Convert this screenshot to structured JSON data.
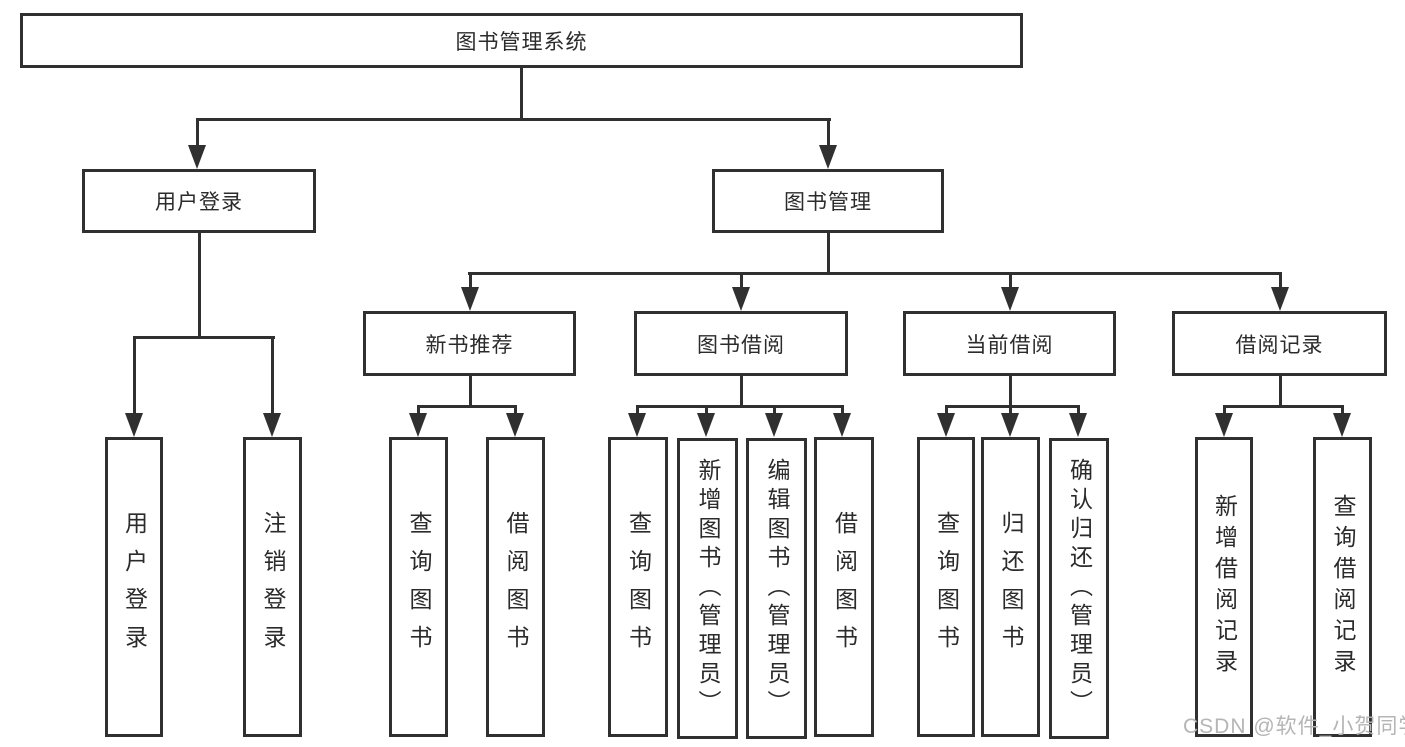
{
  "colors": {
    "line": "#303030",
    "text": "#2b2b2b",
    "background": "#ffffff",
    "watermark": "#b5b5b5"
  },
  "watermark": "CSDN @软件_小贺同学",
  "tree": {
    "root": "图书管理系统",
    "branches": [
      {
        "label": "用户登录",
        "children": [
          "用户登录",
          "注销登录"
        ]
      },
      {
        "label": "图书管理",
        "sections": [
          {
            "label": "新书推荐",
            "children": [
              "查询图书",
              "借阅图书"
            ]
          },
          {
            "label": "图书借阅",
            "children": [
              "查询图书",
              "新增图书（管理员）",
              "编辑图书（管理员）",
              "借阅图书"
            ]
          },
          {
            "label": "当前借阅",
            "children": [
              "查询图书",
              "归还图书",
              "确认归还（管理员）"
            ]
          },
          {
            "label": "借阅记录",
            "children": [
              "新增借阅记录",
              "查询借阅记录"
            ]
          }
        ]
      }
    ]
  }
}
